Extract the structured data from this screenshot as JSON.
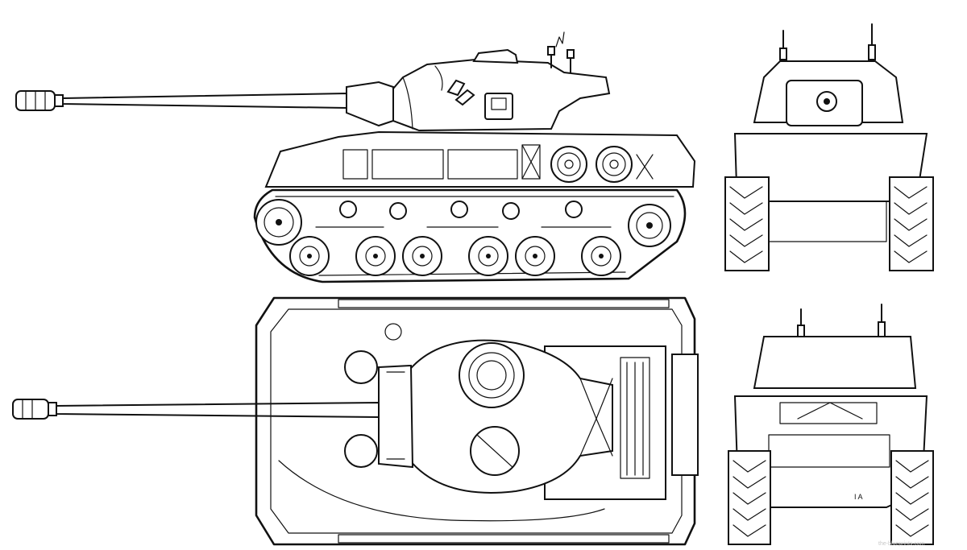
{
  "drawing": {
    "views": [
      "side-view",
      "top-view",
      "front-view",
      "rear-view"
    ],
    "stencil_text": "I A",
    "watermark": "the-blueprints.com"
  }
}
